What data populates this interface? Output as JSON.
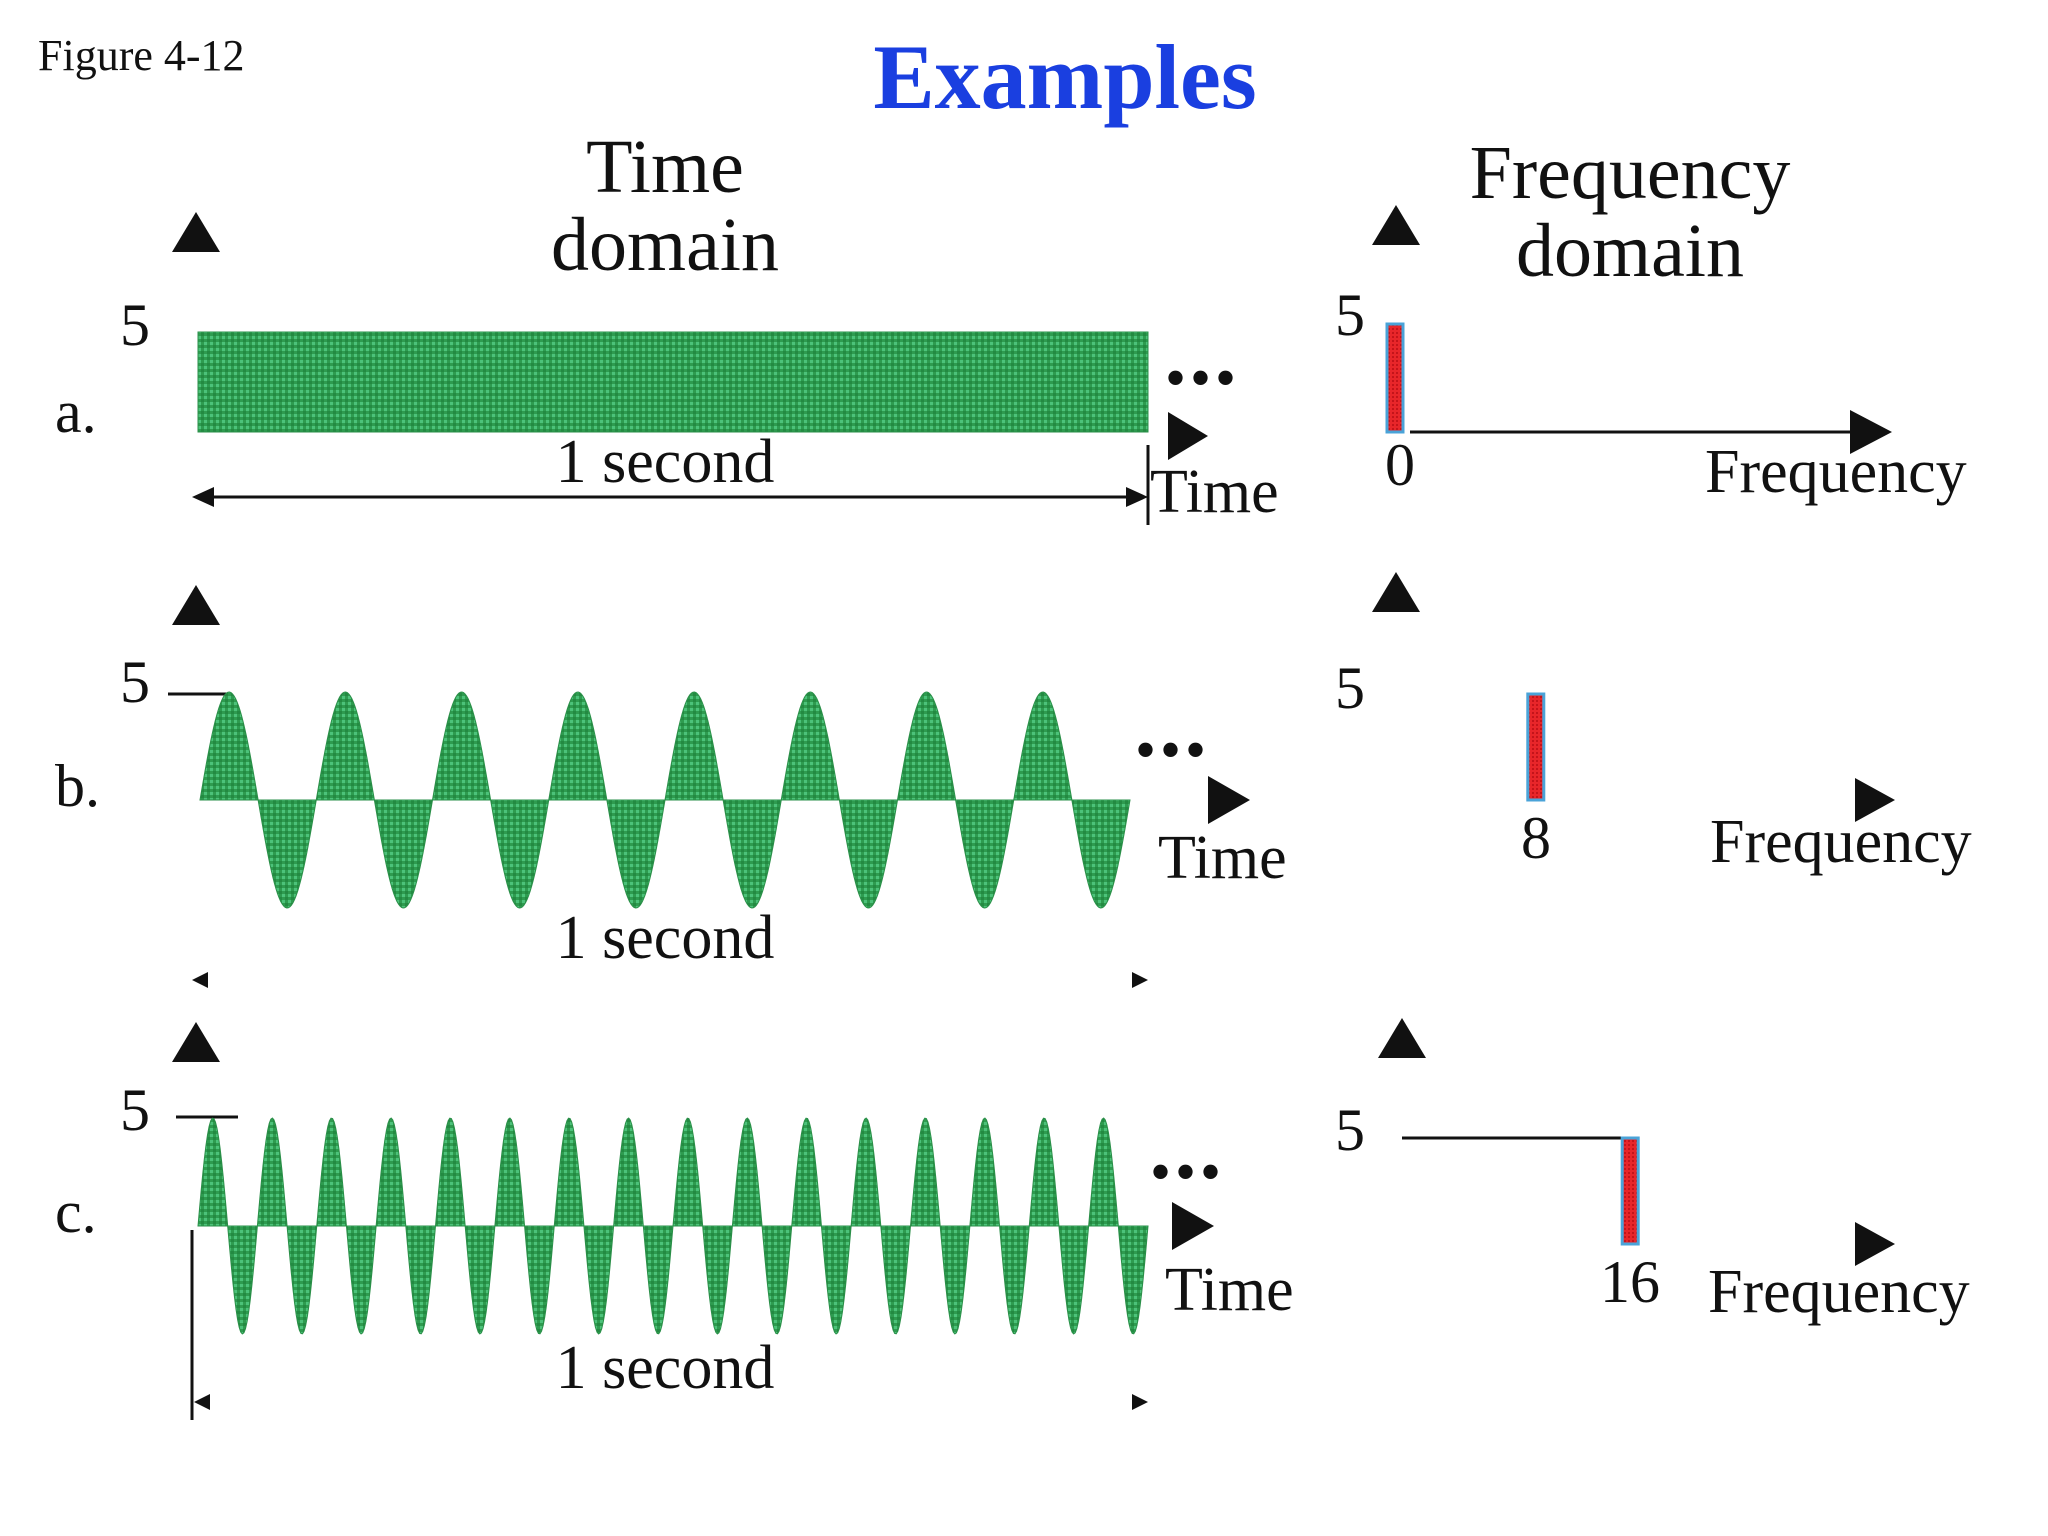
{
  "figure_label": "Figure 4-12",
  "title": "Examples",
  "headings": {
    "time_line1": "Time",
    "time_line2": "domain",
    "freq_line1": "Frequency",
    "freq_line2": "domain"
  },
  "colors": {
    "title": "#1a3fe0",
    "signal_fill": "#2e9b4f",
    "spike_fill": "#e8262a",
    "spike_edge": "#4aa3d8",
    "axis": "#111111"
  },
  "rows": [
    {
      "label": "a.",
      "amplitude_label": "5",
      "signal_frequency": 0,
      "duration_label": "1 second",
      "time_axis_label": "Time",
      "continuation": "•••",
      "spectrum": {
        "amplitude_label": "5",
        "frequency_label": "0",
        "axis_label": "Frequency"
      }
    },
    {
      "label": "b.",
      "amplitude_label": "5",
      "signal_frequency": 8,
      "duration_label": "1 second",
      "time_axis_label": "Time",
      "continuation": "•••",
      "spectrum": {
        "amplitude_label": "5",
        "frequency_label": "8",
        "axis_label": "Frequency"
      }
    },
    {
      "label": "c.",
      "amplitude_label": "5",
      "signal_frequency": 16,
      "duration_label": "1 second",
      "time_axis_label": "Time",
      "continuation": "•••",
      "spectrum": {
        "amplitude_label": "5",
        "frequency_label": "16",
        "axis_label": "Frequency"
      }
    }
  ]
}
